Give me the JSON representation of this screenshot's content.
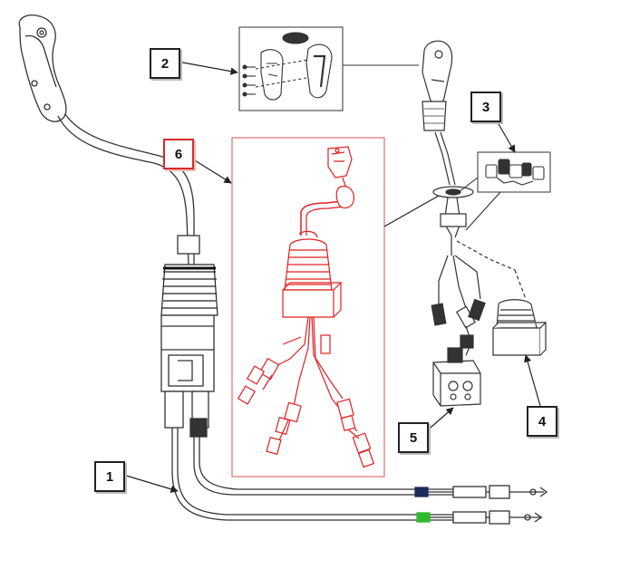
{
  "callouts": {
    "c1": "1",
    "c2": "2",
    "c3": "3",
    "c4": "4",
    "c5": "5",
    "c6": "6"
  },
  "colors": {
    "line": "#333333",
    "highlight": "#e02020",
    "marker_dark": "#1a2a5a",
    "marker_green": "#2eb82e"
  }
}
